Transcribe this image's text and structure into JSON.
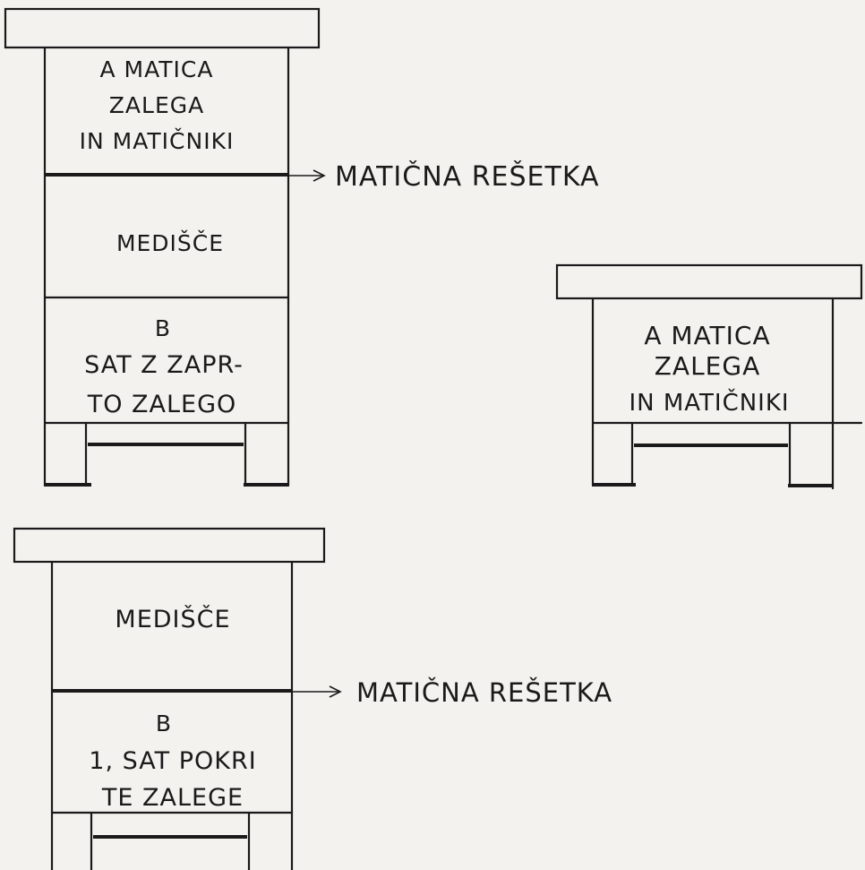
{
  "hive_top_left": {
    "upper_box": {
      "lines": [
        "A MATICA",
        "ZALEGA",
        "IN MATIČNIKI"
      ]
    },
    "excluder_label": "MATIČNA REŠETKA",
    "middle_box": {
      "lines": [
        "MEDIŠČE"
      ]
    },
    "lower_box": {
      "lines": [
        "B",
        "SAT Z ZAPR-",
        "TO ZALEGO"
      ]
    }
  },
  "hive_right": {
    "box": {
      "lines": [
        "A MATICA",
        "ZALEGA",
        "IN MATIČNIKI"
      ]
    }
  },
  "hive_bottom_left": {
    "upper_box": {
      "lines": [
        "MEDIŠČE"
      ]
    },
    "excluder_label": "MATIČNA REŠETKA",
    "lower_box": {
      "lines": [
        "B",
        "1, SAT POKRI",
        "TE ZALEGE"
      ]
    }
  }
}
